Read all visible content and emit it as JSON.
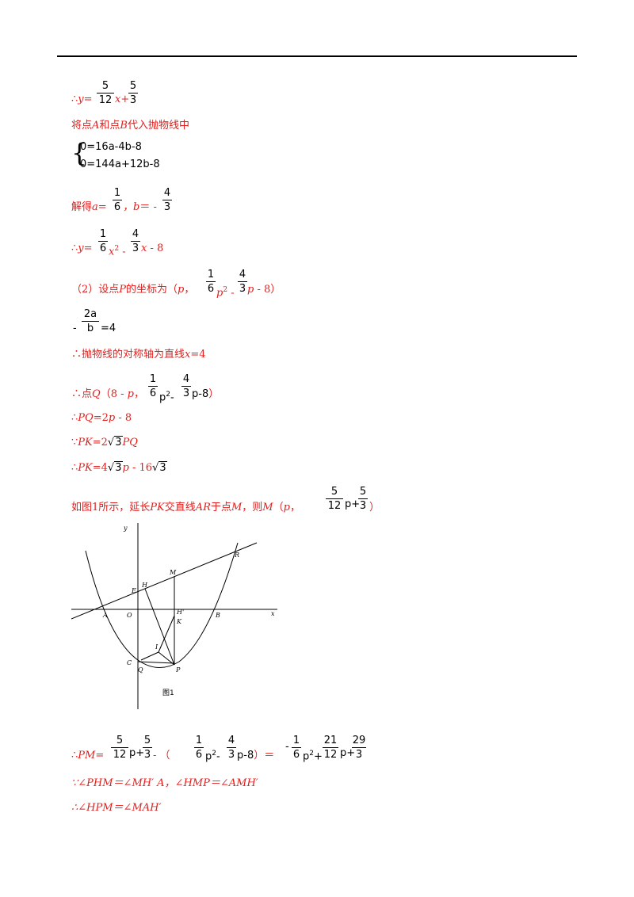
{
  "l1": {
    "therefore": "∴",
    "y": "y",
    "eq": "=",
    "x": "x",
    "plus": "+",
    "f1n": "5",
    "f1d": "12",
    "f2n": "5",
    "f2d": "3"
  },
  "l2": "将点A和点B代入抛物线中",
  "l2parts": {
    "a": "将点",
    "A": "A",
    "b": "和点",
    "B": "B",
    "c": "代入抛物线中"
  },
  "system": {
    "eq1": "0=16a-4b-8",
    "eq2": "0=144a+12b-8"
  },
  "l3": {
    "pre": "解得",
    "a": "a",
    "eq1": "=",
    "b": "，b",
    "eq2": "＝ - ",
    "f1n": "1",
    "f1d": "6",
    "f2n": "4",
    "f2d": "3"
  },
  "l4": {
    "pre": "∴",
    "y": "y",
    "eq": "=",
    "x2": "x",
    "sup": "2",
    "minus": " - ",
    "x": "x",
    "tail": " - 8",
    "f1n": "1",
    "f1d": "6",
    "f2n": "4",
    "f2d": "3"
  },
  "l5": {
    "pre": "（2）设点",
    "P": "P",
    "mid": "的坐标为（",
    "p": "p",
    "comma": "，",
    "p2": "p",
    "sup": "2",
    "minus": " - ",
    "p3": "p",
    "tail": " - 8）",
    "f1n": "1",
    "f1d": "6",
    "f2n": "4",
    "f2d": "3"
  },
  "l6": {
    "minus": "-",
    "num": "2a",
    "den": "b",
    "eq": "=4"
  },
  "l7": {
    "pre": "∴抛物线的对称轴为直线",
    "x": "x",
    "eq": "=4"
  },
  "l8": {
    "pre": "∴点",
    "Q": "Q",
    "open": "（8 - ",
    "p": "p",
    "comma": "，",
    "p2": "p",
    "sup": "2",
    "minus": "-",
    "p3": "p-8",
    "close": "）",
    "f1n": "1",
    "f1d": "6",
    "f2n": "4",
    "f2d": "3"
  },
  "l9": {
    "pre": "∴",
    "pq": "PQ",
    "eq": "=2",
    "p": "p",
    "tail": " - 8"
  },
  "l10": {
    "pre": "∵",
    "pk": "PK",
    "eq": "=2",
    "root": "3",
    "pq": "PQ"
  },
  "l11": {
    "pre": "∴",
    "pk": "PK",
    "eq": "=4",
    "root": "3",
    "p": "p",
    "mid": " - 16",
    "root2": "3"
  },
  "l12": {
    "pre": "如图1所示，延长",
    "pk": "PK",
    "mid": "交直线",
    "ar": "AR",
    "mid2": "于点",
    "m": "M",
    "mid3": "，则",
    "m2": "M",
    "open": "（",
    "p": "p",
    "comma": "，",
    "pp": "p+",
    "close": "）",
    "f1n": "5",
    "f1d": "12",
    "f2n": "5",
    "f2d": "3"
  },
  "figure": {
    "caption": "图1",
    "labels": {
      "y": "y",
      "x": "x",
      "O": "O",
      "A": "A",
      "B": "B",
      "C": "C",
      "E": "E",
      "H": "H",
      "M": "M",
      "R": "R",
      "Hp": "H'",
      "K": "K",
      "I": "I",
      "Q": "Q",
      "P": "P"
    }
  },
  "l13": {
    "pre": "∴",
    "pm": "PM",
    "eq": "=",
    "p1": "p+",
    "minus": " - （",
    "p2": "p",
    "sup": "2",
    "m2": "-",
    "p3": "p-8",
    "close": "）＝",
    "neg": "-",
    "p4": "p",
    "sup2": "2",
    "plus": "+",
    "p5": "p+",
    "f1n": "5",
    "f1d": "12",
    "f2n": "5",
    "f2d": "3",
    "f3n": "1",
    "f3d": "6",
    "f4n": "4",
    "f4d": "3",
    "f5n": "1",
    "f5d": "6",
    "f6n": "21",
    "f6d": "12",
    "f7n": "29",
    "f7d": "3"
  },
  "l14": "∵∠PHM＝∠MH′ A，∠HMP＝∠AMH′",
  "l15": "∴∠HPM＝∠MAH′"
}
